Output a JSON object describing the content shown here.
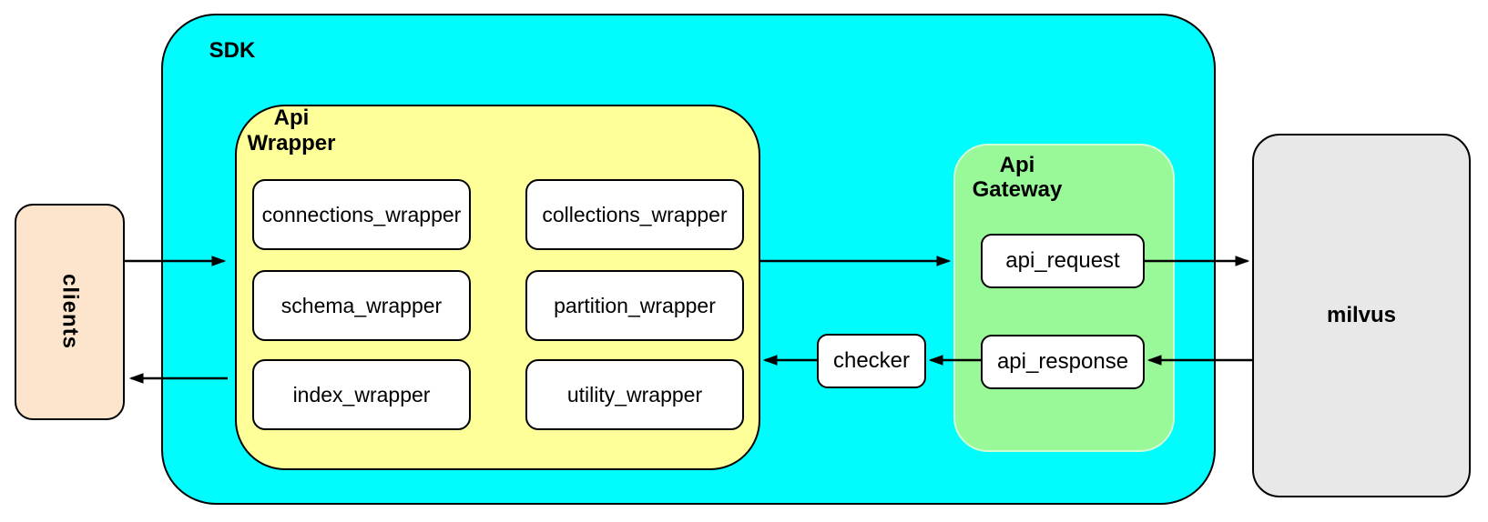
{
  "diagram": {
    "clients": {
      "label": "clients"
    },
    "sdk": {
      "label": "SDK",
      "api_wrapper": {
        "label_line1": "Api",
        "label_line2": "Wrapper",
        "modules": [
          "connections_wrapper",
          "collections_wrapper",
          "schema_wrapper",
          "partition_wrapper",
          "index_wrapper",
          "utility_wrapper"
        ]
      },
      "checker": {
        "label": "checker"
      },
      "api_gateway": {
        "label_line1": "Api",
        "label_line2": "Gateway",
        "request_label": "api_request",
        "response_label": "api_response"
      }
    },
    "milvus": {
      "label": "milvus"
    },
    "colors": {
      "sdk_fill": "#00FCFC",
      "api_wrapper_fill": "#FEFF99",
      "api_gateway_fill": "#99F999",
      "clients_fill": "#FCE5CC",
      "milvus_fill": "#E8E8E8",
      "node_fill": "#FFFFFF",
      "stroke": "#000000"
    }
  }
}
